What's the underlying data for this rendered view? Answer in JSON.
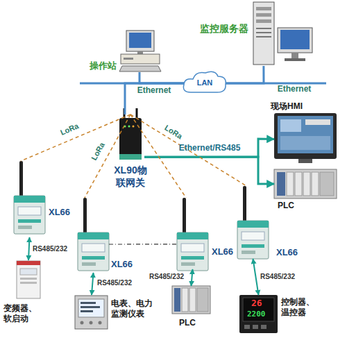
{
  "diagram": {
    "nodes": [
      {
        "text": [
          "操作站"
        ]
      },
      {
        "text": [
          "监控服务器"
        ]
      },
      {
        "text": [
          "LAN"
        ]
      },
      {
        "text": [
          "XL90物联网关"
        ]
      },
      {
        "text": [
          "现场HMI"
        ]
      },
      {
        "text": [
          "PLC"
        ]
      },
      {
        "text": [
          "XL66"
        ]
      },
      {
        "text": [
          "XL66"
        ]
      },
      {
        "text": [
          "XL66"
        ]
      },
      {
        "text": [
          "XL66"
        ]
      },
      {
        "text": [
          "变频器、软启动"
        ]
      },
      {
        "text": [
          "电表、电力监测仪表"
        ]
      },
      {
        "text": [
          "PLC"
        ]
      },
      {
        "text": [
          "控制器、温控器"
        ]
      }
    ],
    "edges": [
      {
        "from": 0,
        "to": 2,
        "arrow": "none",
        "label": "Ethernet"
      },
      {
        "from": 2,
        "to": 1,
        "arrow": "none",
        "label": "Ethernet"
      },
      {
        "from": 3,
        "to": 2,
        "arrow": "none"
      },
      {
        "from": 3,
        "to": 4,
        "arrow": "to",
        "label": "Ethernet/RS485"
      },
      {
        "from": 3,
        "to": 5,
        "arrow": "to"
      },
      {
        "from": 3,
        "to": 6,
        "arrow": "none",
        "label": "LoRa"
      },
      {
        "from": 3,
        "to": 7,
        "arrow": "none",
        "label": "LoRa"
      },
      {
        "from": 3,
        "to": 8,
        "arrow": "none"
      },
      {
        "from": 3,
        "to": 9,
        "arrow": "none",
        "label": "LoRa"
      },
      {
        "from": 6,
        "to": 10,
        "arrow": "both",
        "label": "RS485/232"
      },
      {
        "from": 7,
        "to": 11,
        "arrow": "both",
        "label": "RS485/232"
      },
      {
        "from": 8,
        "to": 12,
        "arrow": "both",
        "label": "RS485/232"
      },
      {
        "from": 9,
        "to": 13,
        "arrow": "both",
        "label": "RS485/232"
      },
      {
        "from": 7,
        "to": 8,
        "arrow": "none"
      }
    ],
    "labels": [
      "26",
      "2200"
    ]
  }
}
